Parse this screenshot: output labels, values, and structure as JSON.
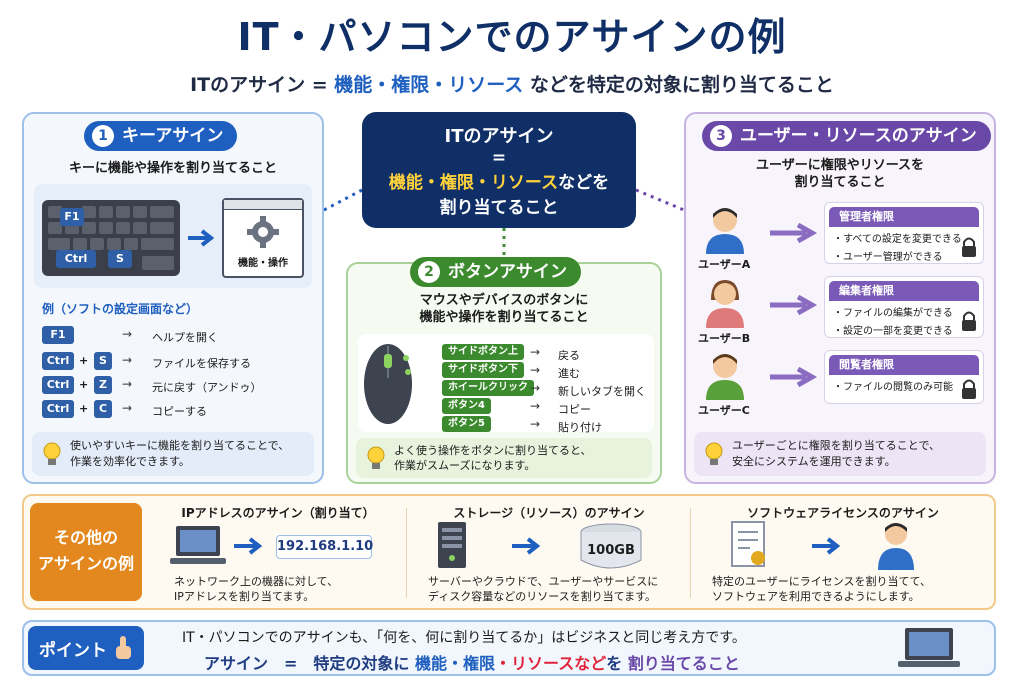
{
  "header": {
    "title": "IT・パソコンでのアサインの例",
    "subtitle_pre": "ITのアサイン = ",
    "subtitle_hl": "機能・権限・リソース",
    "subtitle_post": " などを特定の対象に割り当てること"
  },
  "center": {
    "line1": "ITのアサイン",
    "line2": "=",
    "line3_hl": "機能・権限・リソース",
    "line3_post": "などを",
    "line4": "割り当てること"
  },
  "key_assign": {
    "num": "1",
    "title": "キーアサイン",
    "desc": "キーに機能や操作を割り当てること",
    "keys_shown": [
      "F1",
      "Ctrl",
      "S"
    ],
    "window_label": "機能・操作",
    "example_title": "例（ソフトの設定画面など）",
    "plus": "+",
    "arrow": "→",
    "rows": [
      {
        "keys": [
          "F1"
        ],
        "action": "ヘルプを開く"
      },
      {
        "keys": [
          "Ctrl",
          "S"
        ],
        "action": "ファイルを保存する"
      },
      {
        "keys": [
          "Ctrl",
          "Z"
        ],
        "action": "元に戻す（アンドゥ）"
      },
      {
        "keys": [
          "Ctrl",
          "C"
        ],
        "action": "コピーする"
      }
    ],
    "hint_line1": "使いやすいキーに機能を割り当てることで、",
    "hint_line2": "作業を効率化できます。"
  },
  "button_assign": {
    "num": "2",
    "title": "ボタンアサイン",
    "desc_line1": "マウスやデバイスのボタンに",
    "desc_line2": "機能や操作を割り当てること",
    "rows": [
      {
        "button": "サイドボタン上",
        "action": "戻る"
      },
      {
        "button": "サイドボタン下",
        "action": "進む"
      },
      {
        "button": "ホイールクリック",
        "action": "新しいタブを開く"
      },
      {
        "button": "ボタン4",
        "action": "コピー"
      },
      {
        "button": "ボタン5",
        "action": "貼り付け"
      }
    ],
    "hint_line1": "よく使う操作をボタンに割り当てると、",
    "hint_line2": "作業がスムーズになります。"
  },
  "user_assign": {
    "num": "3",
    "title": "ユーザー・リソースのアサイン",
    "desc_line1": "ユーザーに権限やリソースを",
    "desc_line2": "割り当てること",
    "users": [
      {
        "name": "ユーザーA",
        "role": "管理者権限",
        "lines": [
          "・すべての設定を変更できる",
          "・ユーザー管理ができる"
        ]
      },
      {
        "name": "ユーザーB",
        "role": "編集者権限",
        "lines": [
          "・ファイルの編集ができる",
          "・設定の一部を変更できる"
        ]
      },
      {
        "name": "ユーザーC",
        "role": "閲覧者権限",
        "lines": [
          "・ファイルの閲覧のみ可能"
        ]
      }
    ],
    "hint_line1": "ユーザーごとに権限を割り当てることで、",
    "hint_line2": "安全にシステムを運用できます。"
  },
  "others": {
    "tag_line1": "その他の",
    "tag_line2": "アサインの例",
    "ip": {
      "title": "IPアドレスのアサイン（割り当て）",
      "value": "192.168.1.10",
      "text1": "ネットワーク上の機器に対して、",
      "text2": "IPアドレスを割り当てます。"
    },
    "storage": {
      "title": "ストレージ（リソース）のアサイン",
      "value": "100GB",
      "text1": "サーバーやクラウドで、ユーザーやサービスに",
      "text2": "ディスク容量などのリソースを割り当てます。"
    },
    "license": {
      "title": "ソフトウェアライセンスのアサイン",
      "text1": "特定のユーザーにライセンスを割り当てて、",
      "text2": "ソフトウェアを利用できるようにします。"
    }
  },
  "point": {
    "tag": "ポイント",
    "line1": "IT・パソコンでのアサインも、「何を、何に割り当てるか」はビジネスと同じ考え方です。",
    "l2_a": "アサイン　=　特定の対象に ",
    "l2_b": "機能・権限",
    "l2_c": "・リソースなど",
    "l2_d": "を ",
    "l2_e": "割り当てること"
  },
  "colors": {
    "navy": "#0f2f66",
    "blue": "#1f5fbf",
    "green": "#3c8a2e",
    "purple": "#6a48a8",
    "orange": "#e2881e",
    "yellow": "#ffd23c"
  }
}
